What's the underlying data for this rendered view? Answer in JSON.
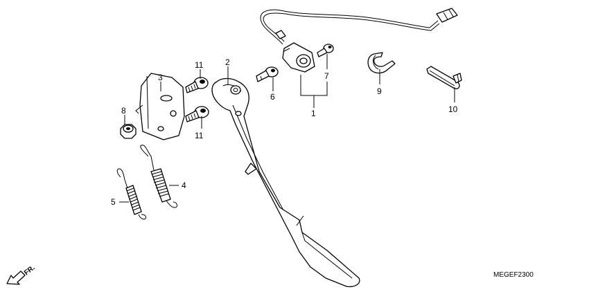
{
  "diagram": {
    "part_labels": [
      "1",
      "2",
      "3",
      "4",
      "5",
      "6",
      "7",
      "8",
      "9",
      "10",
      "11",
      "11"
    ],
    "direction_label": "FR.",
    "diagram_code": "MEGEF2300"
  },
  "icons": {
    "direction_arrow": "left-down-arrow-icon"
  },
  "colors": {
    "line": "#000000",
    "background": "#ffffff"
  }
}
